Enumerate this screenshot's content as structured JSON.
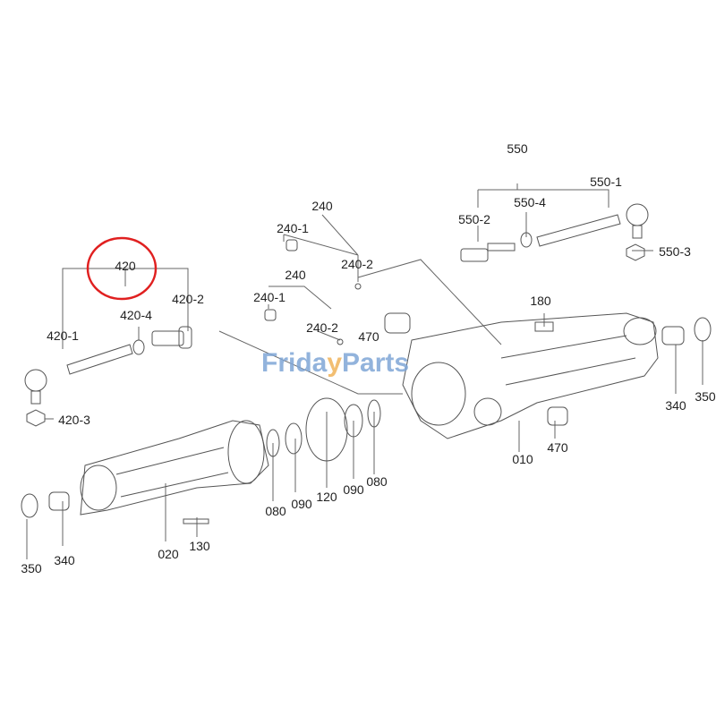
{
  "watermark": {
    "part1": "Frida",
    "part2": "y",
    "part3": "Parts",
    "colors": {
      "blue": "#7fa6d6",
      "orange": "#f0b35a"
    }
  },
  "highlight": {
    "label": "420",
    "color": "#e02020"
  },
  "labels": [
    {
      "id": "550",
      "text": "550"
    },
    {
      "id": "550-1",
      "text": "550-1"
    },
    {
      "id": "550-2",
      "text": "550-2"
    },
    {
      "id": "550-4",
      "text": "550-4"
    },
    {
      "id": "550-3",
      "text": "550-3"
    },
    {
      "id": "240a",
      "text": "240"
    },
    {
      "id": "240-1a",
      "text": "240-1"
    },
    {
      "id": "240-2a",
      "text": "240-2"
    },
    {
      "id": "240b",
      "text": "240"
    },
    {
      "id": "240-1b",
      "text": "240-1"
    },
    {
      "id": "240-2b",
      "text": "240-2"
    },
    {
      "id": "420",
      "text": "420"
    },
    {
      "id": "420-1",
      "text": "420-1"
    },
    {
      "id": "420-2",
      "text": "420-2"
    },
    {
      "id": "420-4",
      "text": "420-4"
    },
    {
      "id": "420-3",
      "text": "420-3"
    },
    {
      "id": "470a",
      "text": "470"
    },
    {
      "id": "180",
      "text": "180"
    },
    {
      "id": "340a",
      "text": "340"
    },
    {
      "id": "350a",
      "text": "350"
    },
    {
      "id": "010",
      "text": "010"
    },
    {
      "id": "470b",
      "text": "470"
    },
    {
      "id": "080a",
      "text": "080"
    },
    {
      "id": "090a",
      "text": "090"
    },
    {
      "id": "120",
      "text": "120"
    },
    {
      "id": "090b",
      "text": "090"
    },
    {
      "id": "080b",
      "text": "080"
    },
    {
      "id": "020",
      "text": "020"
    },
    {
      "id": "130",
      "text": "130"
    },
    {
      "id": "350b",
      "text": "350"
    },
    {
      "id": "340b",
      "text": "340"
    }
  ]
}
